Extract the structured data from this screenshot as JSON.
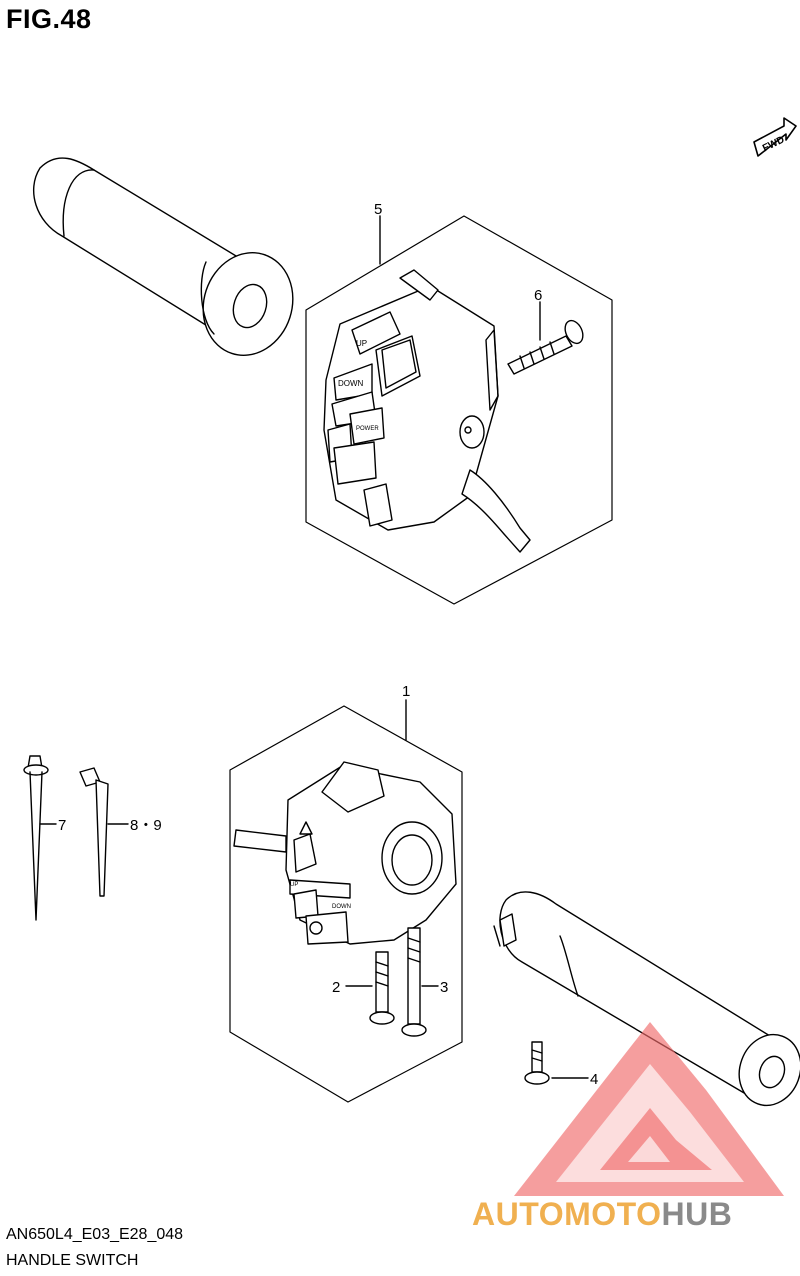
{
  "figure": {
    "title": "FIG.48",
    "direction_label": "FWD"
  },
  "callouts": [
    {
      "id": "5",
      "text": "5"
    },
    {
      "id": "6",
      "text": "6"
    },
    {
      "id": "1",
      "text": "1"
    },
    {
      "id": "7",
      "text": "7"
    },
    {
      "id": "89",
      "text": "8・9"
    },
    {
      "id": "2",
      "text": "2"
    },
    {
      "id": "3",
      "text": "3"
    },
    {
      "id": "4",
      "text": "4"
    }
  ],
  "switch_labels": {
    "up": "UP",
    "down": "DOWN",
    "power": "POWER",
    "left_up": "UP",
    "left_down": "DOWN"
  },
  "footer": {
    "model_code": "AN650L4_E03_E28_048",
    "part_name": "HANDLE SWITCH"
  },
  "watermark": {
    "part1": "AUTOMOTO",
    "part2": "HUB",
    "color1": "#f0b050",
    "color2": "#8a8a8a",
    "logo_color": "#f06a6a"
  }
}
